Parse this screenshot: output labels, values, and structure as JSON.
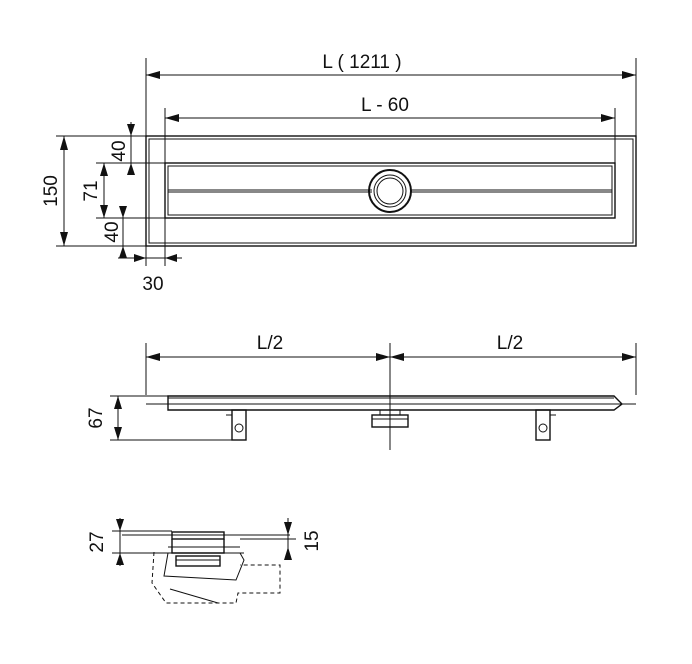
{
  "dimensions": {
    "length_total": "L ( 1211 )",
    "length_grate": "L - 60",
    "height_total": "150",
    "grate_width": "71",
    "top_margin": "40",
    "bottom_margin": "40",
    "end_margin": "30",
    "half_left": "L/2",
    "half_right": "L/2",
    "install_height": "67",
    "section_height": "27",
    "section_top": "15"
  }
}
